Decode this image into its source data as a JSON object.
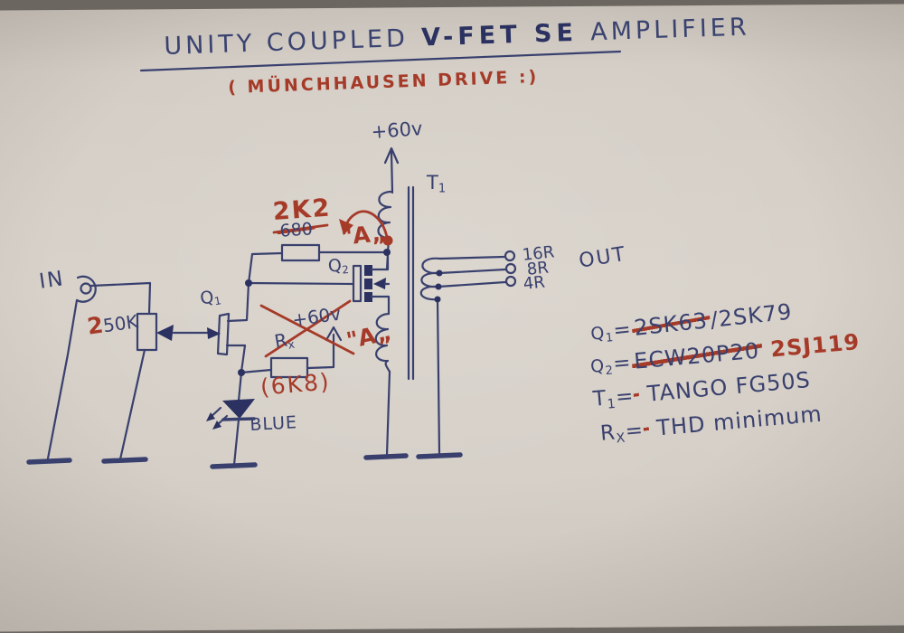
{
  "title": {
    "part1": "UNITY COUPLED",
    "part2": " V-FET SE ",
    "part3": "AMPLIFIER",
    "subtitle": "( MÜNCHHAUSEN DRIVE :)"
  },
  "supply": {
    "rail_top": "+60v",
    "rail_crossed": "+60v"
  },
  "components": {
    "q1_label": {
      "base": "Q",
      "sub": "1"
    },
    "q2_label": {
      "base": "Q",
      "sub": "2"
    },
    "t1_label": {
      "base": "T",
      "sub": "1"
    },
    "rx_label": {
      "base": "R",
      "sub": "x"
    },
    "feedback_resistor_new": "2K2",
    "feedback_resistor_old": "680",
    "rx_value": "(6K8)",
    "pot_value_first_digit": "2",
    "pot_value_rest": "50K",
    "led_color": "BLUE",
    "tap_label_top": "\"A„",
    "tap_label_rx": "\"A„"
  },
  "io": {
    "input": "IN",
    "output": "OUT",
    "taps": [
      "16R",
      "8R",
      "4R"
    ]
  },
  "notes": [
    {
      "base": "Q",
      "sub": "1",
      "eq": "=",
      "struck": "2SK63",
      "rest": "/2SK79",
      "red": ""
    },
    {
      "base": "Q",
      "sub": "2",
      "eq": "=",
      "struck": "ECW20P20",
      "rest": "",
      "red": " 2SJ119"
    },
    {
      "base": "T",
      "sub": "1",
      "eq": "=",
      "struck": "",
      "rest": " TANGO FG50S",
      "red": ""
    },
    {
      "base": "R",
      "sub": "X",
      "eq": "=",
      "struck": "",
      "rest": " THD minimum",
      "red": ""
    }
  ],
  "colors": {
    "ink_blue": "#39406e",
    "ink_red": "#a63a28",
    "paper": "#d6d0c8"
  }
}
